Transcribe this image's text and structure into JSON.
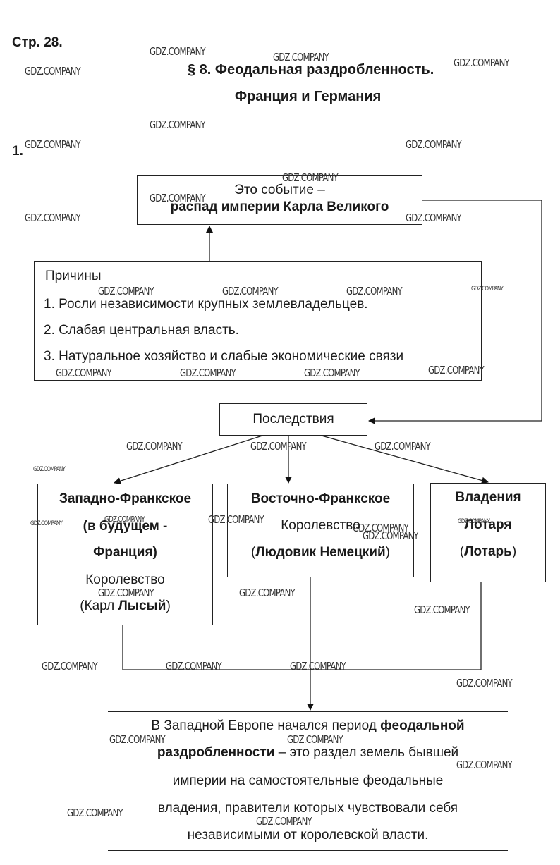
{
  "header": {
    "page_label": "Стр. 28.",
    "title_line1": "§ 8. Феодальная раздробленность.",
    "title_line2": "Франция и Германия",
    "task_number": "1."
  },
  "event": {
    "line1": "Это событие –",
    "line2": "распад империи Карла Великого"
  },
  "causes": {
    "heading": "Причины",
    "items": [
      "1. Росли независимости крупных землевладельцев.",
      "2. Слабая центральная власть.",
      "3. Натуральное хозяйство и слабые экономические связи"
    ]
  },
  "consequences": {
    "heading": "Последствия"
  },
  "kingdoms": {
    "west": {
      "line1": "Западно-Франкское",
      "line2": "(в будущем -",
      "line3": "Франция)",
      "line4": "Королевство",
      "ruler_prefix": "(Карл ",
      "ruler_bold": "Лысый",
      "ruler_suffix": ")"
    },
    "east": {
      "line1": "Восточно-Франкское",
      "line2": "Королевство",
      "ruler_prefix": "(",
      "ruler_bold": "Людовик Немецкий",
      "ruler_suffix": ")"
    },
    "lothar": {
      "line1": "Владения",
      "line2": "Лотаря",
      "ruler_prefix": "(",
      "ruler_bold": "Лотарь",
      "ruler_suffix": ")"
    }
  },
  "result": {
    "l1_normal": "В Западной Европе начался период ",
    "l1_bold": "феодальной",
    "l2_bold": "раздробленности",
    "l2_normal": " – это раздел земель бывшей",
    "l3": "империи на самостоятельные феодальные",
    "l4": "владения, правители которых чувствовали себя",
    "l5": "независимыми от королевской власти."
  },
  "watermark": {
    "text": "GDZ.COMPANY"
  }
}
